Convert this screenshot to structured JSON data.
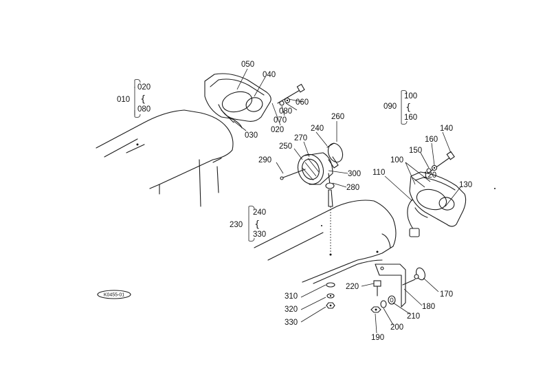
{
  "labels": {
    "p010": "010",
    "p020a": "020",
    "p080a": "080",
    "p050": "050",
    "p040": "040",
    "p060": "060",
    "p080b": "080",
    "p070": "070",
    "p020b": "020",
    "p030": "030",
    "p090": "090",
    "p100a": "100",
    "p160a": "160",
    "p140": "140",
    "p160b": "160",
    "p150": "150",
    "p100b": "100",
    "p120": "120",
    "p110": "110",
    "p130": "130",
    "p260": "260",
    "p240a": "240",
    "p270": "270",
    "p250": "250",
    "p290": "290",
    "p300": "300",
    "p280": "280",
    "p230": "230",
    "p240b": "240",
    "p330a": "330",
    "p220": "220",
    "p310": "310",
    "p320": "320",
    "p330b": "330",
    "p170": "170",
    "p180": "180",
    "p210": "210",
    "p200": "200",
    "p190": "190"
  },
  "drawing_code": "K0455-01"
}
